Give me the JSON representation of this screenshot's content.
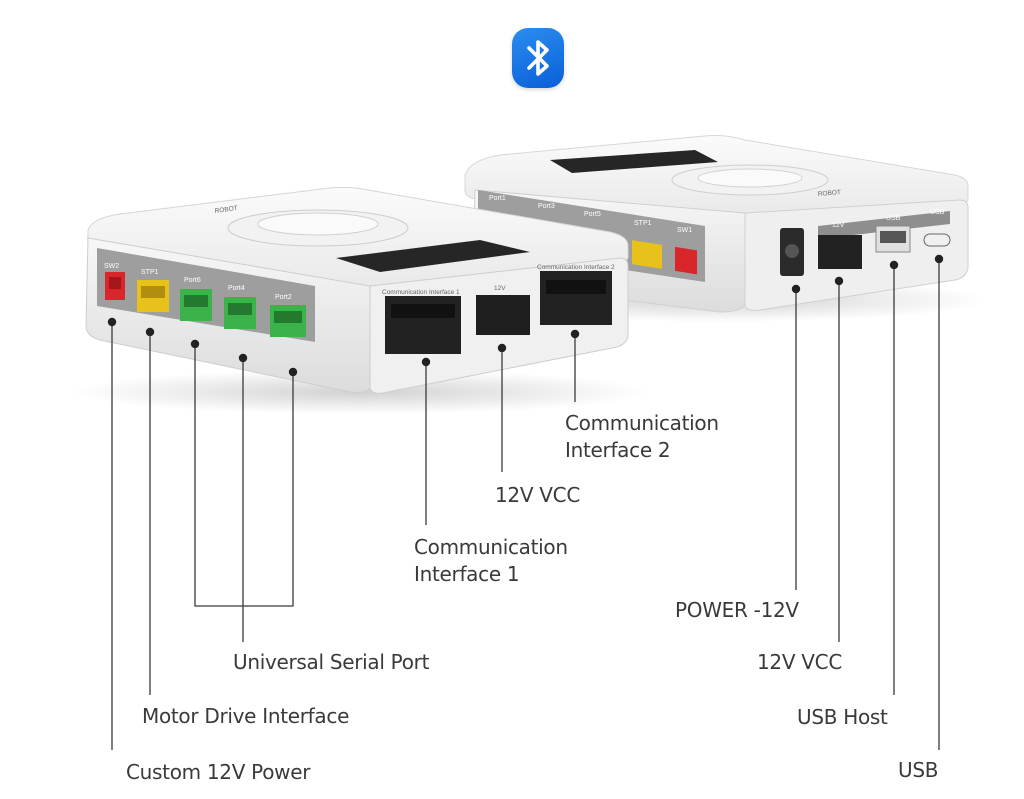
{
  "icons": {
    "bluetooth": "bluetooth-icon"
  },
  "device_front": {
    "port_labels": [
      "SW2",
      "STP1",
      "Port6",
      "Port4",
      "Port2"
    ],
    "interface_labels": [
      "Communication Interface 1",
      "12V",
      "Communication Interface 2"
    ],
    "brand": "ROBOT"
  },
  "device_back": {
    "port_labels": [
      "Port1",
      "Port3",
      "Port5",
      "STP1",
      "SW1"
    ],
    "right_labels": [
      "12V",
      "USB",
      "USB"
    ],
    "brand": "ROBOT"
  },
  "callouts": {
    "comm2_line1": "Communication",
    "comm2_line2": "Interface 2",
    "vcc_front": "12V VCC",
    "comm1_line1": "Communication",
    "comm1_line2": "Interface 1",
    "usp": "Universal Serial Port",
    "motor": "Motor Drive Interface",
    "custom_power": "Custom 12V Power",
    "power": "POWER -12V",
    "vcc_back": "12V VCC",
    "usb_host": "USB Host",
    "usb": "USB"
  },
  "colors": {
    "bluetooth": "#1270e0",
    "port_red": "#d8262b",
    "port_yellow": "#e8c21a",
    "port_green": "#3cb34a",
    "body": "#f4f4f4",
    "screen": "#2a2a2a"
  }
}
